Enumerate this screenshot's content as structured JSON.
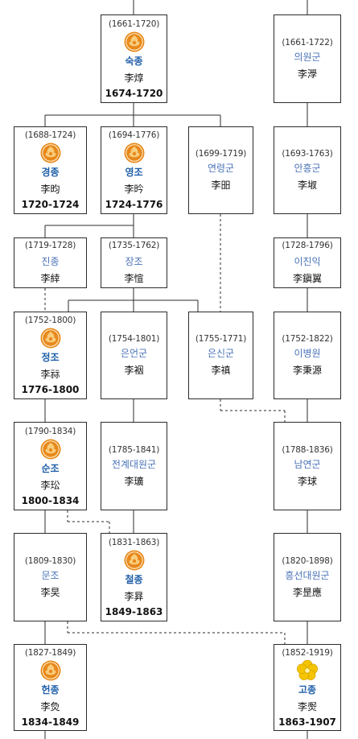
{
  "people": {
    "sukjong": {
      "years": "(1661-1720)",
      "name": "숙종",
      "hanja": "李焞",
      "reign": "1674-1720",
      "king": true,
      "emblem": "orange-seal-icon"
    },
    "uiwongun": {
      "years": "(1661-1722)",
      "name": "의원군",
      "hanja": "李㶅",
      "king": false
    },
    "gyeongjong": {
      "years": "(1688-1724)",
      "name": "경종",
      "hanja": "李昀",
      "reign": "1720-1724",
      "king": true,
      "emblem": "orange-seal-icon"
    },
    "yeongjo": {
      "years": "(1694-1776)",
      "name": "영조",
      "hanja": "李昑",
      "reign": "1724-1776",
      "king": true,
      "emblem": "orange-seal-icon"
    },
    "yeollyeong": {
      "years": "(1699-1719)",
      "name": "연령군",
      "hanja": "李昍",
      "king": false
    },
    "anheung": {
      "years": "(1693-1763)",
      "name": "안흥군",
      "hanja": "李埱",
      "king": false
    },
    "jinjong": {
      "years": "(1719-1728)",
      "name": "진종",
      "hanja": "李緈",
      "king": false
    },
    "jangjo": {
      "years": "(1735-1762)",
      "name": "장조",
      "hanja": "李愃",
      "king": false
    },
    "leejinik": {
      "years": "(1728-1796)",
      "name": "이진익",
      "hanja": "李鎭翼",
      "king": false
    },
    "jeongjo": {
      "years": "(1752-1800)",
      "name": "정조",
      "hanja": "李祘",
      "reign": "1776-1800",
      "king": true,
      "emblem": "orange-seal-icon"
    },
    "euneon": {
      "years": "(1754-1801)",
      "name": "은언군",
      "hanja": "李裀",
      "king": false
    },
    "eunsin": {
      "years": "(1755-1771)",
      "name": "은신군",
      "hanja": "李禛",
      "king": false
    },
    "leebyeongwon": {
      "years": "(1752-1822)",
      "name": "이병원",
      "hanja": "李秉源",
      "king": false
    },
    "sunjo": {
      "years": "(1790-1834)",
      "name": "순조",
      "hanja": "李玜",
      "reign": "1800-1834",
      "king": true,
      "emblem": "orange-seal-icon"
    },
    "jeongye": {
      "years": "(1785-1841)",
      "name": "전계대원군",
      "hanja": "李㼅",
      "king": false
    },
    "namyeon": {
      "years": "(1788-1836)",
      "name": "남연군",
      "hanja": "李球",
      "king": false
    },
    "munjo": {
      "years": "(1809-1830)",
      "name": "문조",
      "hanja": "李旲",
      "king": false
    },
    "cheoljong": {
      "years": "(1831-1863)",
      "name": "철종",
      "hanja": "李昪",
      "reign": "1849-1863",
      "king": true,
      "emblem": "orange-seal-icon"
    },
    "heungseon": {
      "years": "(1820-1898)",
      "name": "흥선대원군",
      "hanja": "李昰應",
      "king": false
    },
    "heonjong": {
      "years": "(1827-1849)",
      "name": "헌종",
      "hanja": "李烉",
      "reign": "1834-1849",
      "king": true,
      "emblem": "orange-seal-icon"
    },
    "gojong": {
      "years": "(1852-1919)",
      "name": "고종",
      "hanja": "李㷩",
      "reign": "1863-1907",
      "king": true,
      "emblem": "yellow-plum-icon"
    }
  },
  "colors": {
    "king": "#1f5fa8",
    "other": "#4a73b8",
    "line": "#2b2b2b",
    "seal": "#e8891c",
    "plum": "#f5c400"
  }
}
